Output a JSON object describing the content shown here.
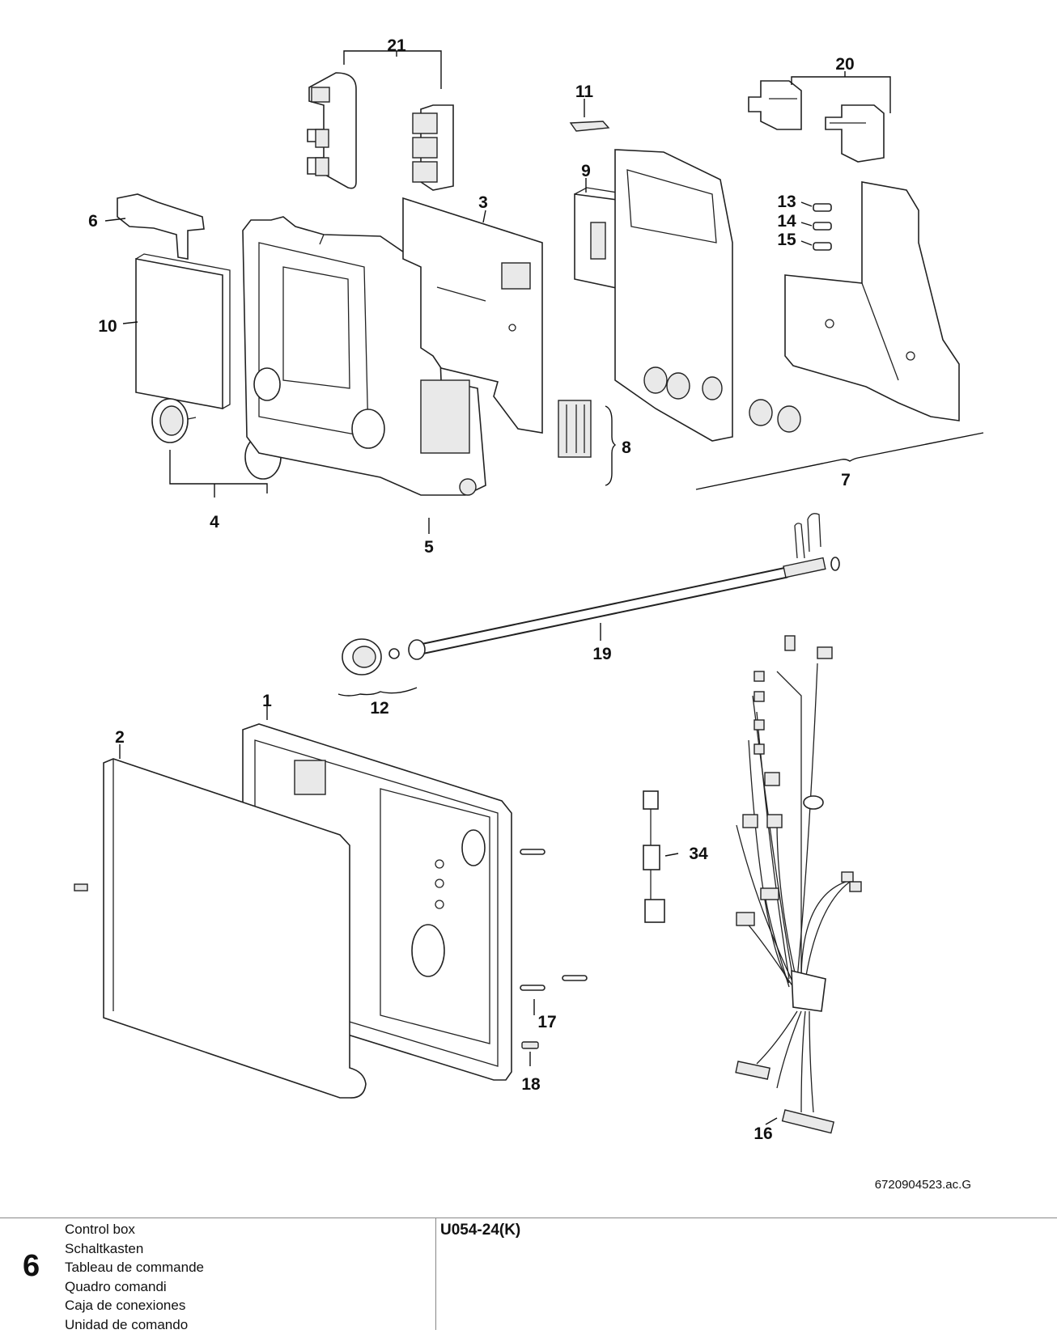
{
  "diagram": {
    "callouts": [
      "1",
      "2",
      "3",
      "4",
      "5",
      "6",
      "7",
      "8",
      "9",
      "10",
      "11",
      "12",
      "13",
      "14",
      "15",
      "16",
      "17",
      "18",
      "19",
      "20",
      "21",
      "34"
    ],
    "drawing_code": "6720904523.ac.G"
  },
  "footer": {
    "page_number": "6",
    "titles": [
      "Control box",
      "Schaltkasten",
      "Tableau de commande",
      "Quadro comandi",
      "Caja de conexiones",
      "Unidad de comando"
    ],
    "model": "U054-24(K)"
  }
}
